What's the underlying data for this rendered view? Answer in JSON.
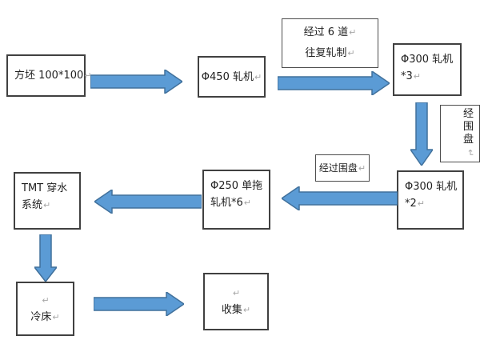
{
  "colors": {
    "arrow_fill": "#5b9bd5",
    "arrow_border": "#41719c",
    "box_border": "#404040",
    "pilcrow_gray": "#a6a6a6"
  },
  "nodes": {
    "billet": {
      "lines": [
        {
          "text": "方坯 100*100",
          "mark": "↵"
        }
      ]
    },
    "mill450": {
      "lines": [
        {
          "text": "Φ450 轧机",
          "mark": "↵"
        }
      ]
    },
    "pass6": {
      "lines": [
        {
          "text": "经过 6 道",
          "mark": "↵"
        },
        {
          "text": "往复轧制",
          "mark": "↵"
        }
      ]
    },
    "mill300x3": {
      "lines": [
        {
          "text": "Φ300 轧机",
          "mark": ""
        },
        {
          "text": "*3",
          "mark": "↵"
        }
      ]
    },
    "coil_vertical": {
      "chars": [
        "经",
        "围",
        "盘"
      ],
      "mark": "↵"
    },
    "coil": {
      "lines": [
        {
          "text": "经过围盘",
          "mark": "↵"
        }
      ]
    },
    "mill300x2": {
      "lines": [
        {
          "text": "Φ300 轧机",
          "mark": ""
        },
        {
          "text": "*2",
          "mark": "↵"
        }
      ]
    },
    "mill250": {
      "lines": [
        {
          "text": "Φ250 单拖",
          "mark": ""
        },
        {
          "text": "轧机*6",
          "mark": "↵"
        }
      ]
    },
    "tmt": {
      "lines": [
        {
          "text": "TMT 穿水",
          "mark": ""
        },
        {
          "text": "系统",
          "mark": "↵"
        }
      ]
    },
    "coolbed": {
      "lines": [
        {
          "text": "",
          "mark": "↵"
        },
        {
          "text": "冷床",
          "mark": "↵"
        }
      ]
    },
    "collect": {
      "lines": [
        {
          "text": "",
          "mark": "↵"
        },
        {
          "text": "收集",
          "mark": "↵"
        }
      ]
    }
  }
}
